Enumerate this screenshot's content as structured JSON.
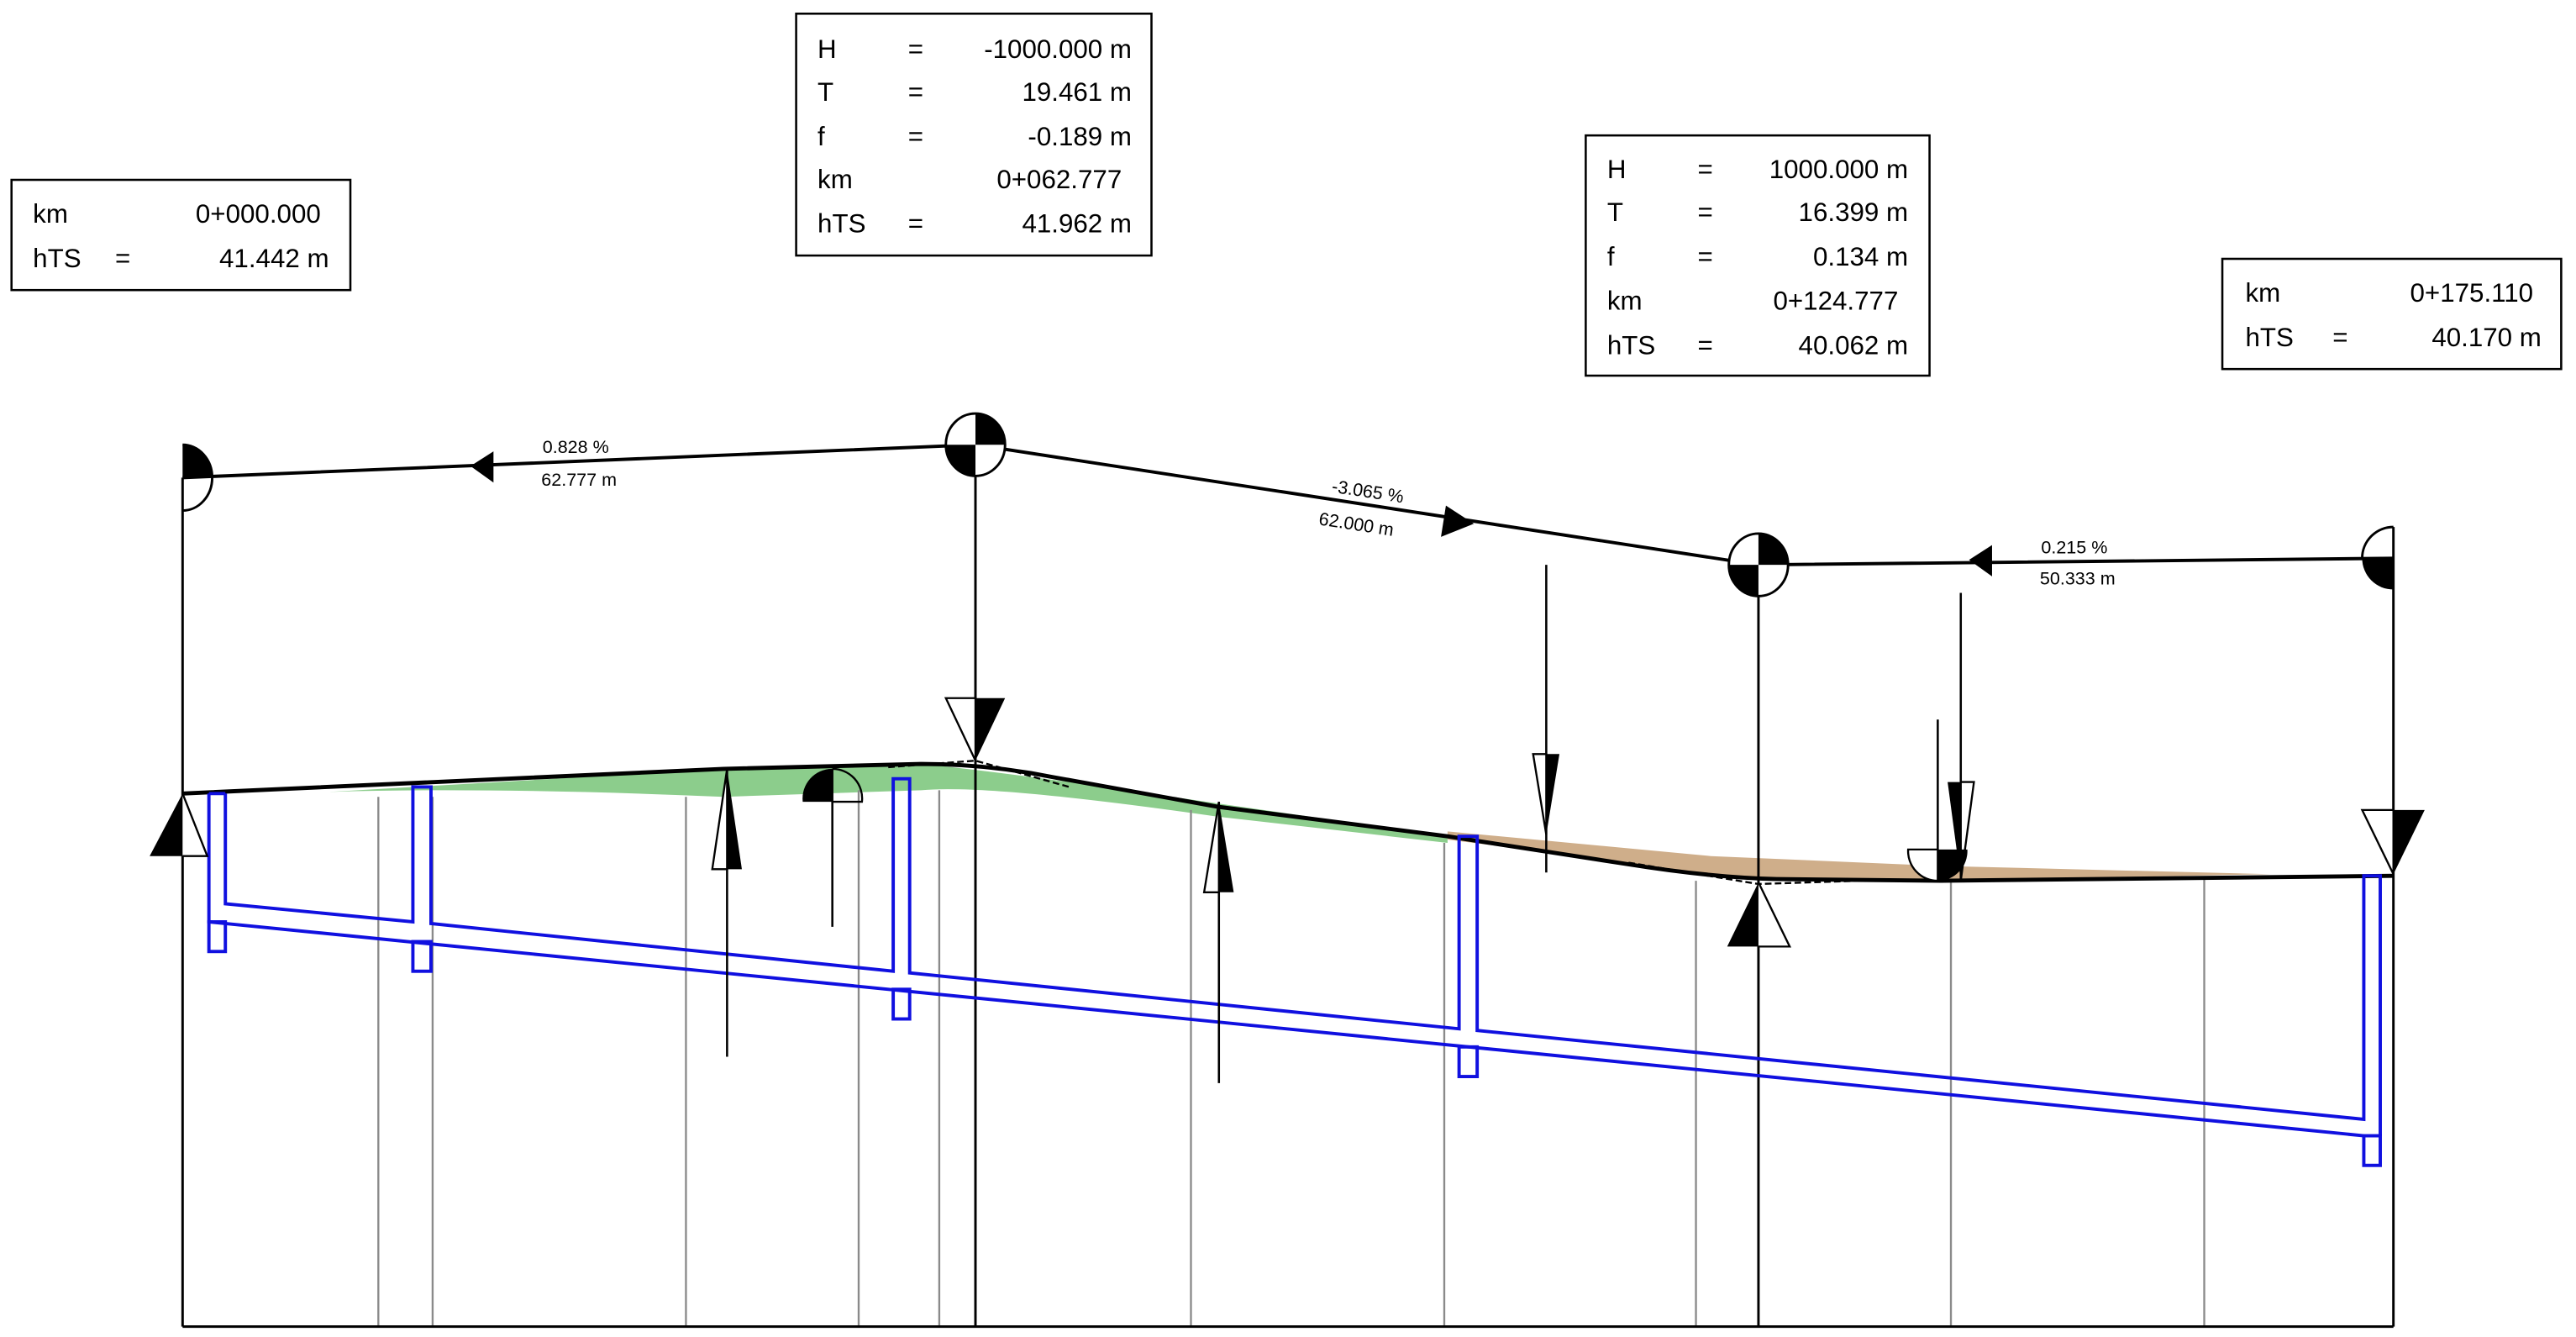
{
  "boxes": {
    "start": {
      "km_label": "km",
      "km_value": "0+000.000",
      "hts_label": "hTS",
      "eq": "=",
      "hts_value": "41.442 m"
    },
    "pvi1": {
      "h_label": "H",
      "h_value": "-1000.000 m",
      "t_label": "T",
      "t_value": "19.461 m",
      "f_label": "f",
      "f_value": "-0.189 m",
      "km_label": "km",
      "km_value": "0+062.777",
      "hts_label": "hTS",
      "hts_value": "41.962 m",
      "eq": "="
    },
    "pvi2": {
      "h_label": "H",
      "h_value": "1000.000 m",
      "t_label": "T",
      "t_value": "16.399 m",
      "f_label": "f",
      "f_value": "0.134 m",
      "km_label": "km",
      "km_value": "0+124.777",
      "hts_label": "hTS",
      "hts_value": "40.062 m",
      "eq": "="
    },
    "end": {
      "km_label": "km",
      "km_value": "0+175.110",
      "hts_label": "hTS",
      "eq": "=",
      "hts_value": "40.170 m"
    }
  },
  "grades": [
    {
      "slope": "0.828 %",
      "length": "62.777 m"
    },
    {
      "slope": "-3.065 %",
      "length": "62.000 m"
    },
    {
      "slope": "0.215 %",
      "length": "50.333 m"
    }
  ],
  "colors": {
    "cut": "#8ccd8c",
    "fill": "#cfae8a",
    "pipe": "#1010e0"
  }
}
